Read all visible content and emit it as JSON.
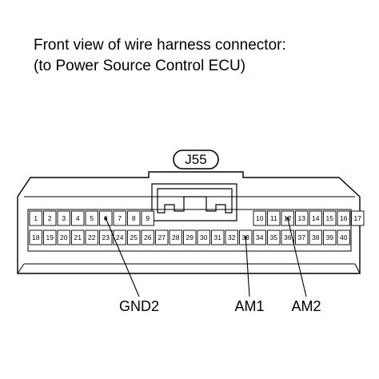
{
  "title": {
    "line1": "Front view of wire harness connector:",
    "line2": "(to Power Source Control ECU)"
  },
  "connector": {
    "id": "J55",
    "top_row": [
      "1",
      "2",
      "3",
      "4",
      "5",
      "6",
      "7",
      "8",
      "9",
      "",
      "",
      "",
      "",
      "",
      "",
      "",
      "10",
      "11",
      "12",
      "13",
      "14",
      "15",
      "16",
      "17"
    ],
    "bottom_row": [
      "18",
      "19",
      "20",
      "21",
      "22",
      "23",
      "24",
      "25",
      "26",
      "27",
      "28",
      "29",
      "30",
      "31",
      "32",
      "33",
      "34",
      "35",
      "36",
      "37",
      "38",
      "39",
      "40"
    ]
  },
  "callouts": [
    {
      "label": "GND2",
      "pin": "6"
    },
    {
      "label": "AM1",
      "pin": "33"
    },
    {
      "label": "AM2",
      "pin": "12"
    }
  ]
}
